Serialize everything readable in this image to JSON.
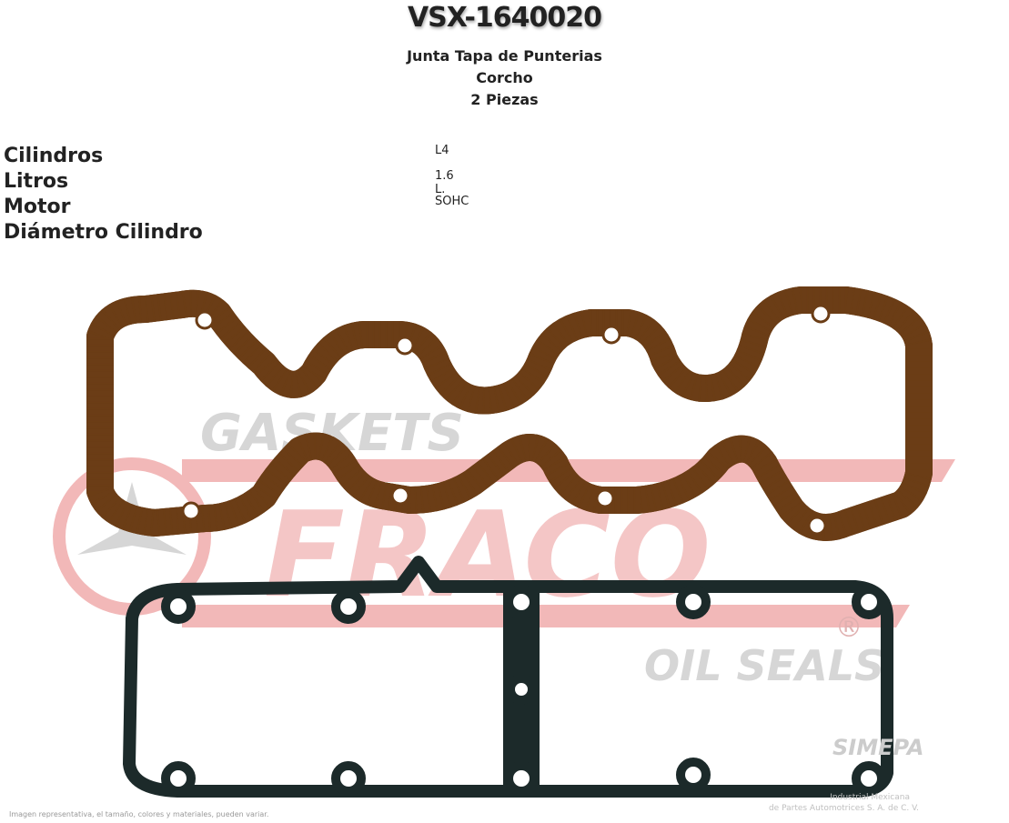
{
  "product": {
    "code": "VSX-1640020",
    "description_lines": [
      "Junta Tapa de Punterias",
      "Corcho",
      "2 Piezas"
    ]
  },
  "specs": [
    {
      "label": "Cilindros",
      "value": "L4"
    },
    {
      "label": "Litros",
      "value": "1.6 L."
    },
    {
      "label": "Motor",
      "value": "SOHC"
    },
    {
      "label": "Diámetro Cilindro",
      "value": ""
    }
  ],
  "image": {
    "watermark_top": "GASKETS",
    "watermark_brand": "FRACO",
    "watermark_bottom": "OIL SEALS",
    "registered_mark": "®",
    "partner_logo": "SIMEPA",
    "partner_text_lines": [
      "Industrial Mexicana",
      "de Partes Automotrices S. A. de C. V."
    ],
    "disclaimer": "Imagen representativa, el tamaño, colores y materiales, pueden variar.",
    "colors": {
      "cork": "#d9924a",
      "cork_dark": "#6b3d16",
      "rubber": "#1c2a2a",
      "watermark_red": "#f2b8b8",
      "watermark_gray": "#d6d6d6"
    }
  }
}
